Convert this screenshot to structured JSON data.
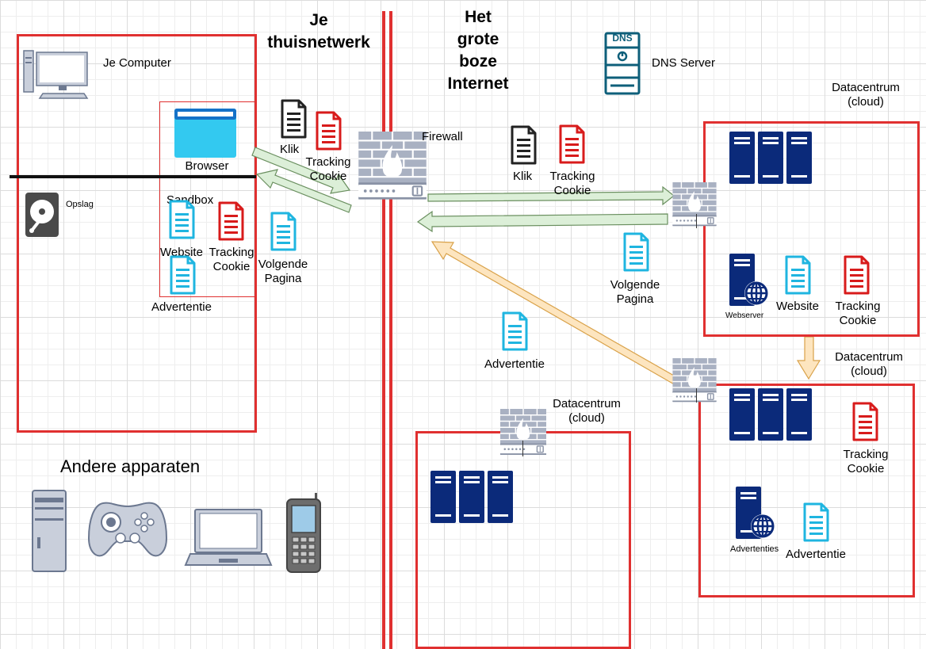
{
  "zones": {
    "home_title": "Je\nthuisnetwerk",
    "internet_title": "Het\ngrote\nboze\nInternet"
  },
  "computer": {
    "label": "Je Computer",
    "storage": "Opslag",
    "browser": "Browser",
    "sandbox": "Sandbox",
    "website": "Website",
    "tracking_cookie": "Tracking\nCookie",
    "advertentie": "Advertentie"
  },
  "home_flow": {
    "klik": "Klik",
    "tracking_cookie": "Tracking\nCookie",
    "volgende_pagina": "Volgende\nPagina",
    "firewall": "Firewall"
  },
  "internet_flow": {
    "klik": "Klik",
    "tracking_cookie": "Tracking\nCookie",
    "volgende_pagina": "Volgende\nPagina",
    "advertentie": "Advertentie",
    "dns_server": "DNS Server",
    "dns_badge": "DNS"
  },
  "datacenters": {
    "dc1": {
      "title": "Datacentrum\n(cloud)",
      "webserver": "Webserver",
      "website": "Website",
      "tracking_cookie": "Tracking\nCookie"
    },
    "dc2": {
      "title": "Datacentrum\n(cloud)",
      "tracking_cookie": "Tracking\nCookie",
      "advertenties": "Advertenties",
      "advertentie": "Advertentie"
    },
    "dc3": {
      "title": "Datacentrum\n(cloud)"
    }
  },
  "other_devices": {
    "title": "Andere apparaten",
    "items": [
      "desktop-tower",
      "gamepad",
      "laptop",
      "mobile-phone"
    ]
  },
  "colors": {
    "red_border": "#e03030",
    "server_blue": "#0b2a7a",
    "doc_cyan": "#1fb5e0",
    "doc_red": "#d81b1b",
    "arrow_green_fill": "#dcefd8",
    "arrow_orange_fill": "#fde5bf"
  }
}
